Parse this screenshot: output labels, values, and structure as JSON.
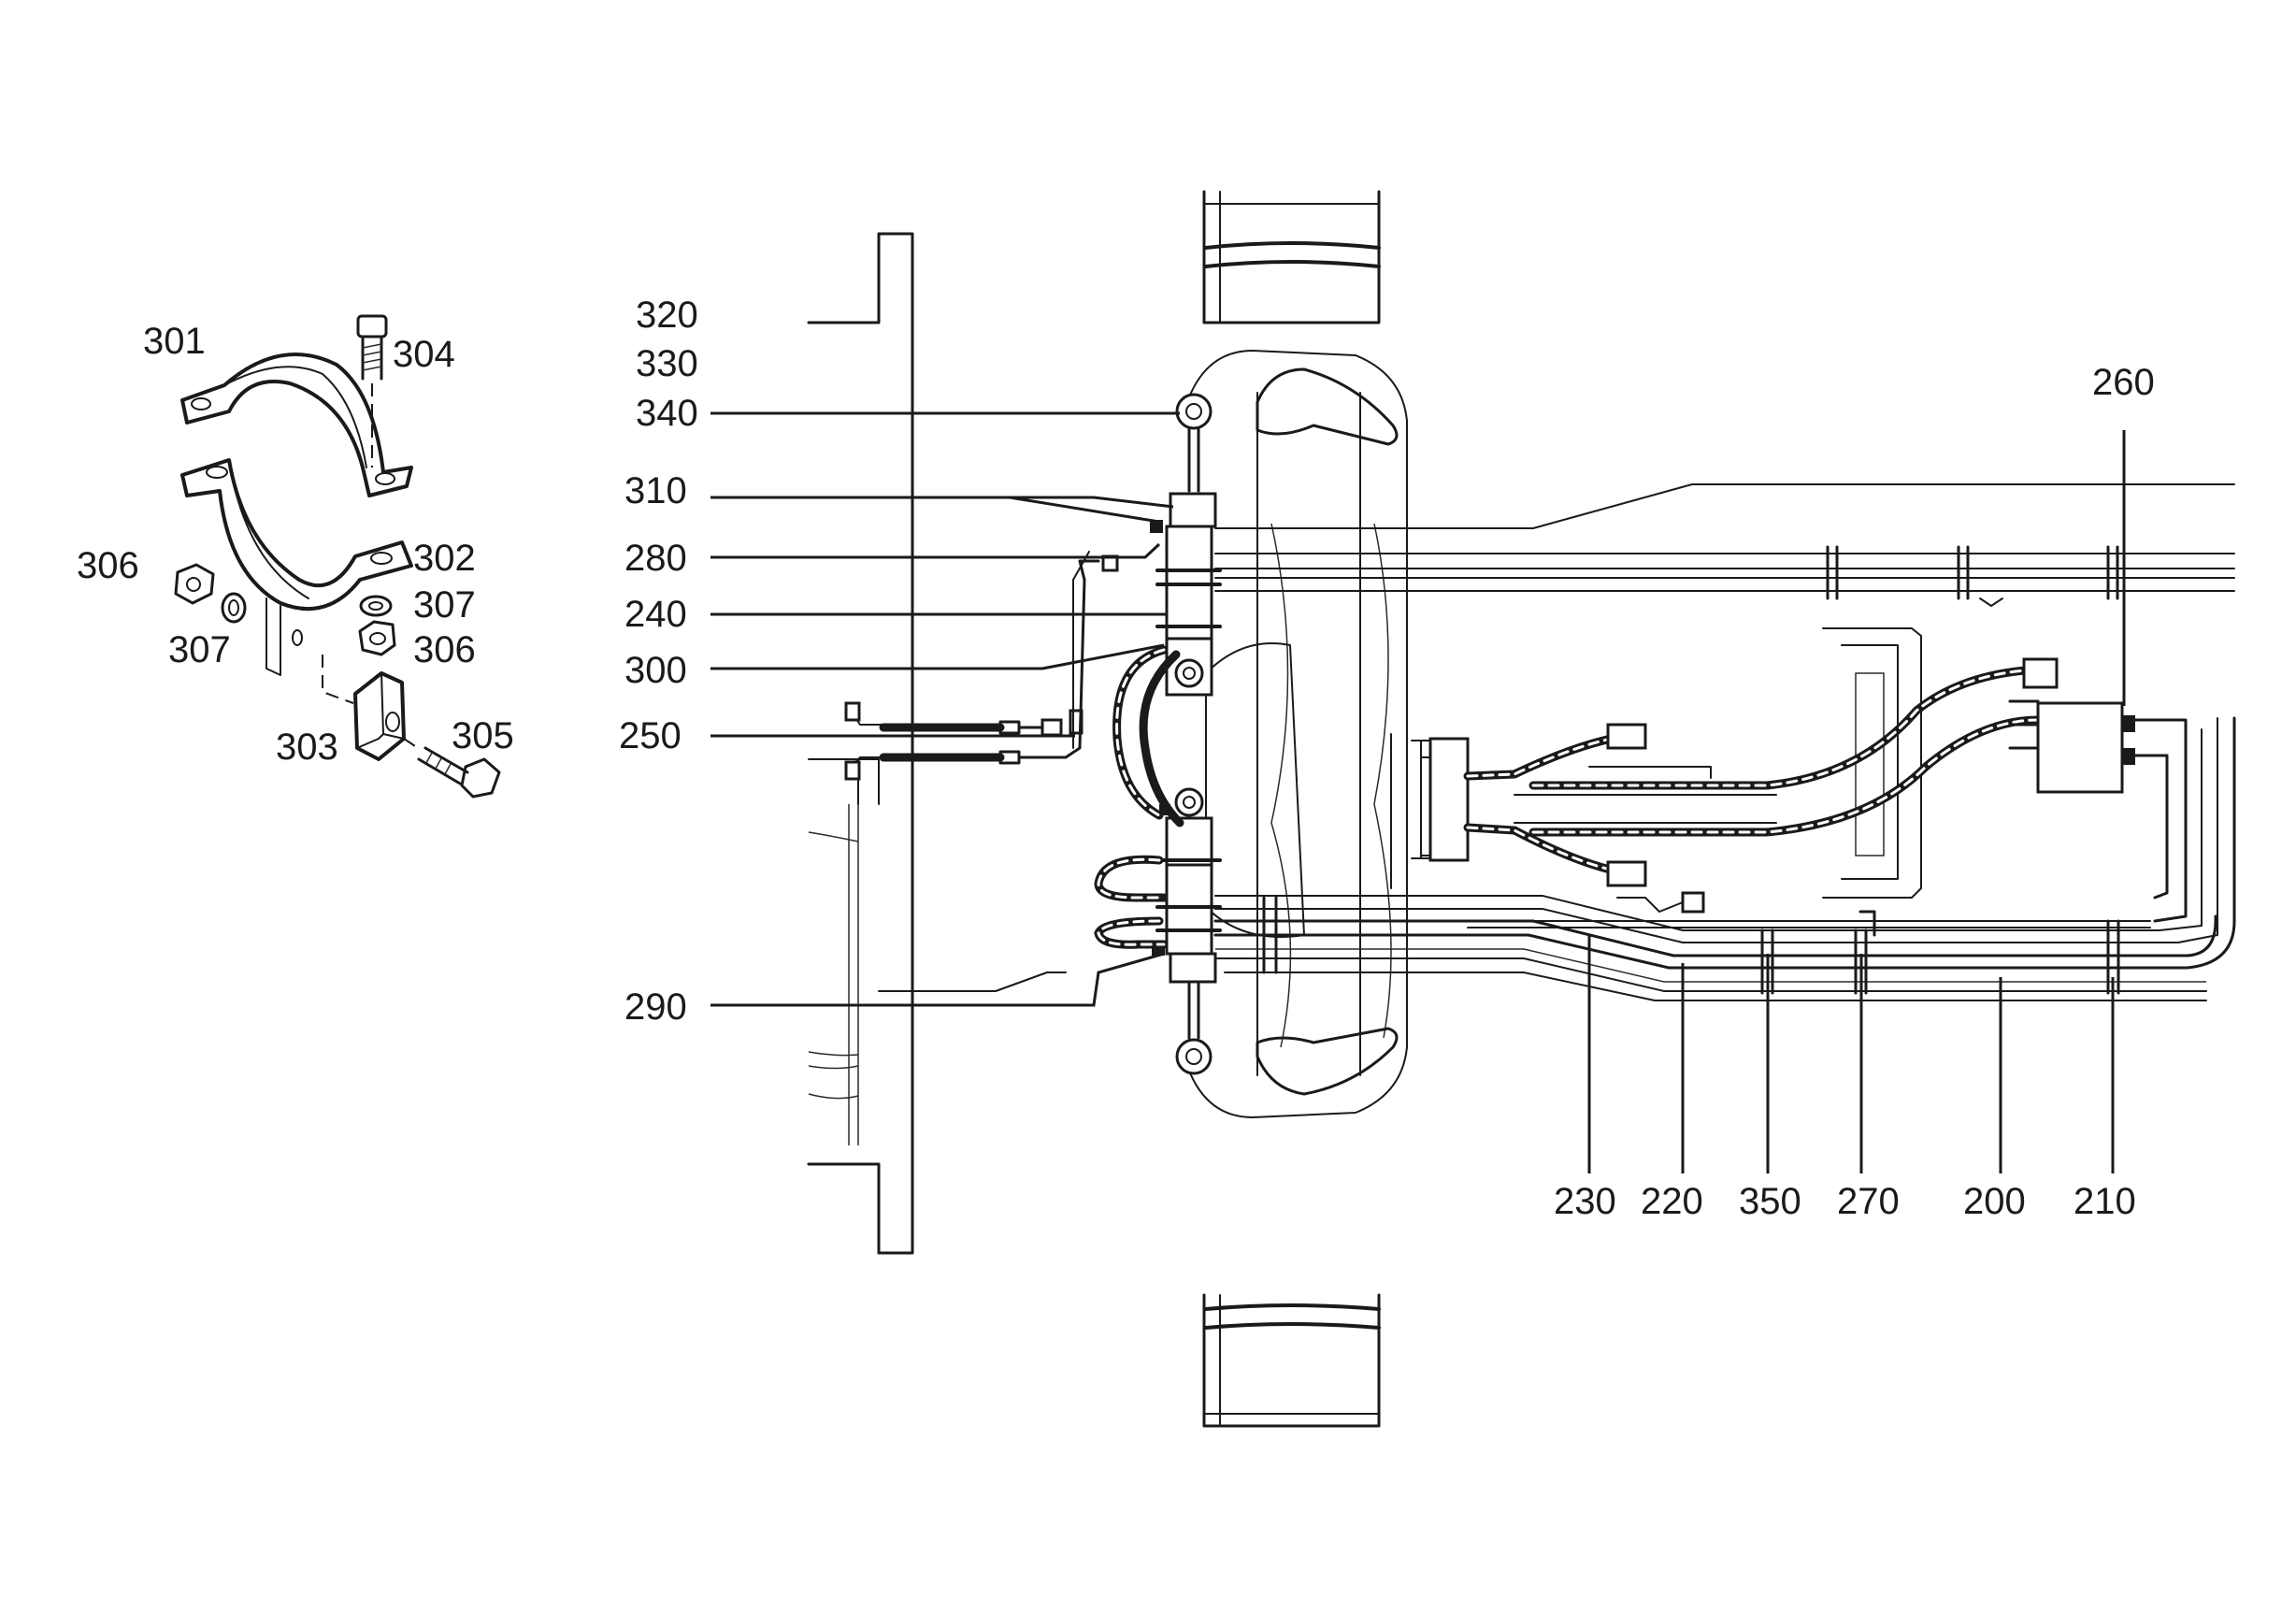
{
  "exploded_view": {
    "labels": {
      "l301": "301",
      "l302": "302",
      "l303": "303",
      "l304": "304",
      "l305": "305",
      "l306a": "306",
      "l306b": "306",
      "l307a": "307",
      "l307b": "307"
    }
  },
  "assembly_view": {
    "labels": {
      "l320": "320",
      "l330": "330",
      "l340": "340",
      "l310": "310",
      "l280": "280",
      "l240": "240",
      "l300": "300",
      "l250": "250",
      "l290": "290",
      "l260": "260",
      "l230": "230",
      "l220": "220",
      "l350": "350",
      "l270": "270",
      "l200": "200",
      "l210": "210"
    }
  }
}
